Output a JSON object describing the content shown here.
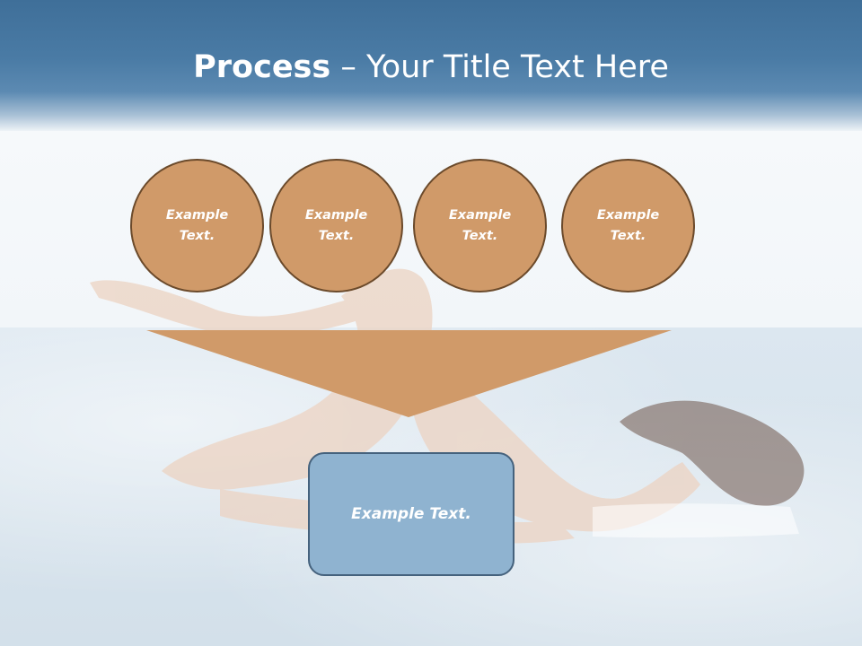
{
  "slide": {
    "title_bold": "Process",
    "title_separator": " – ",
    "title_rest": "Your Title Text Here"
  },
  "steps": [
    {
      "line1": "Example",
      "line2": "Text."
    },
    {
      "line1": "Example",
      "line2": "Text."
    },
    {
      "line1": "Example",
      "line2": "Text."
    },
    {
      "line1": "Example",
      "line2": "Text."
    }
  ],
  "result": {
    "label": "Example Text."
  },
  "colors": {
    "header_blue": "#4a7ba5",
    "circle_fill": "#d09a69",
    "circle_border": "#6b4a2b",
    "funnel_fill": "#d09a69",
    "box_fill": "#8fb3d0",
    "box_border": "#45627d"
  }
}
